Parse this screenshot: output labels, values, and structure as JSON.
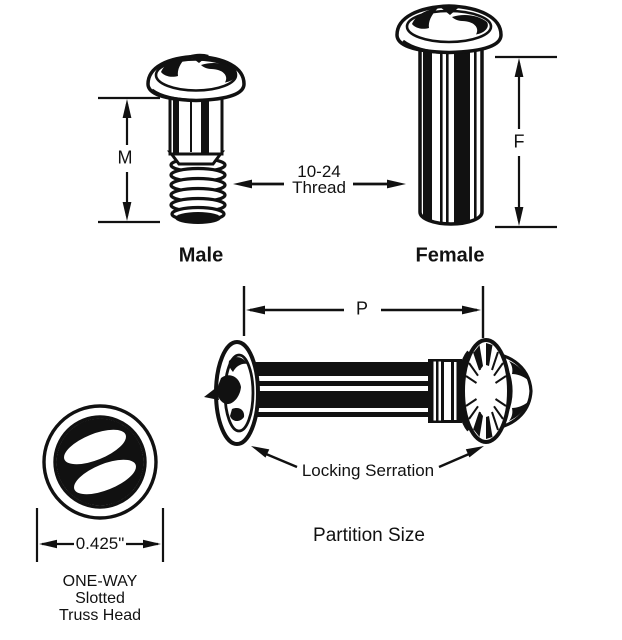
{
  "colors": {
    "ink": "#111111",
    "background": "#ffffff"
  },
  "male_part": {
    "caption": "Male",
    "dimension_label": "M"
  },
  "female_part": {
    "caption": "Female",
    "dimension_label": "F"
  },
  "thread_callout": {
    "line1": "10-24",
    "line2": "Thread"
  },
  "assembled_part": {
    "dimension_label": "P",
    "serration_callout": "Locking Serration",
    "caption": "Partition Size"
  },
  "head_top_view": {
    "diameter_label": "0.425\"",
    "caption_line1": "ONE-WAY",
    "caption_line2": "Slotted",
    "caption_line3": "Truss Head"
  }
}
